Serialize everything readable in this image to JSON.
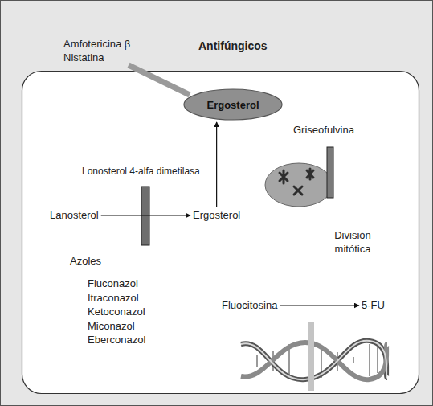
{
  "diagram": {
    "title": "Antifúngicos",
    "nodes": [
      {
        "text": [
          "Ergosterol"
        ]
      },
      {
        "text": [
          "Lanosterol"
        ]
      },
      {
        "text": [
          "Ergosterol"
        ]
      },
      {
        "text": [
          "Fluocitosina"
        ]
      },
      {
        "text": [
          "5-FU"
        ]
      }
    ],
    "edges": [
      {
        "from": 1,
        "to": 2,
        "arrow": "to"
      },
      {
        "from": 2,
        "to": 0,
        "arrow": "to"
      },
      {
        "from": 3,
        "to": 4,
        "arrow": "to"
      }
    ],
    "labels": [
      "Amfotericina β",
      "Nistatina",
      "Lonosterol 4-alfa dimetilasa",
      "Azoles",
      "Fluconazol",
      "Itraconazol",
      "Ketoconazol",
      "Miconazol",
      "Eberconazol",
      "Griseofulvina",
      "División mitótica"
    ]
  }
}
